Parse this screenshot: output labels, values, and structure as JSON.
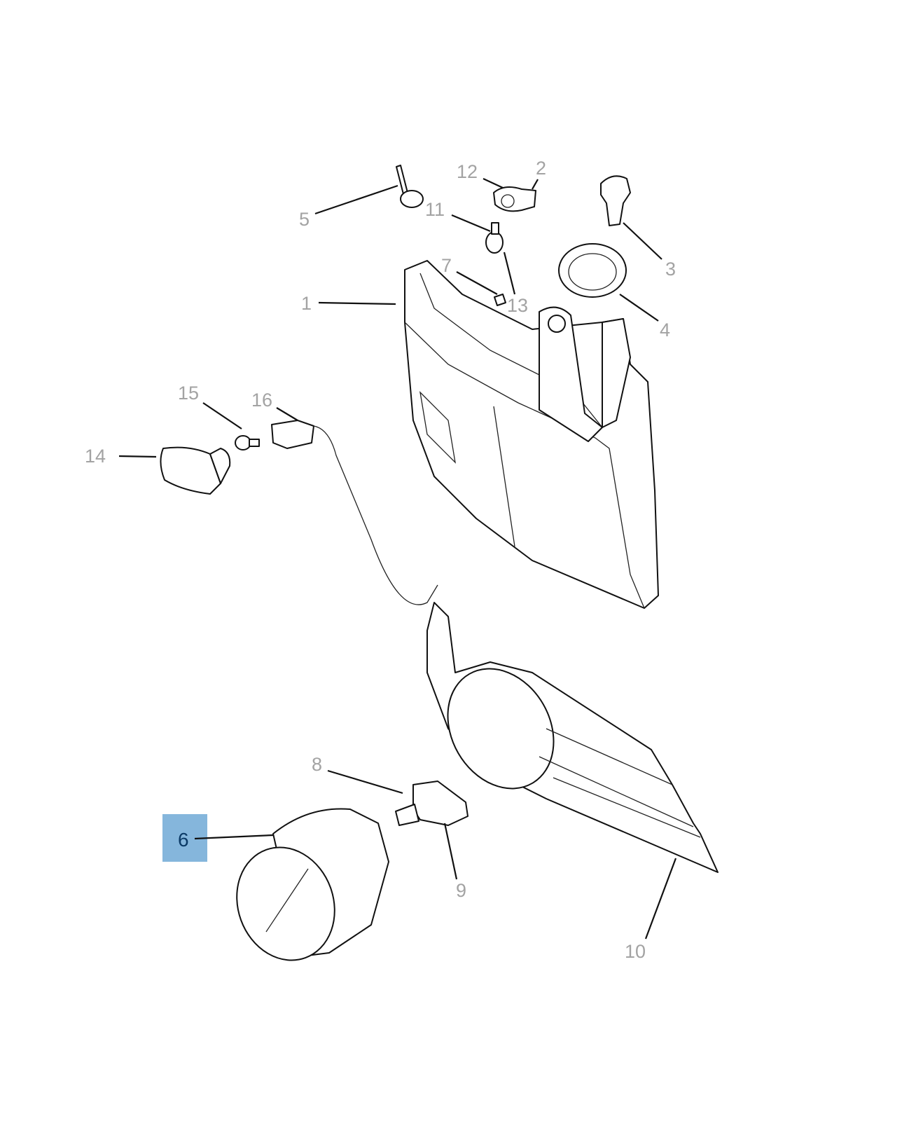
{
  "diagram": {
    "highlight_color": "#85b6dc",
    "highlighted_callout": "6",
    "callouts": {
      "c1": "1",
      "c2": "2",
      "c3": "3",
      "c4": "4",
      "c5": "5",
      "c6": "6",
      "c7": "7",
      "c8": "8",
      "c9": "9",
      "c10": "10",
      "c11": "11",
      "c12": "12",
      "c13": "13",
      "c14": "14",
      "c15": "15",
      "c16": "16"
    }
  }
}
